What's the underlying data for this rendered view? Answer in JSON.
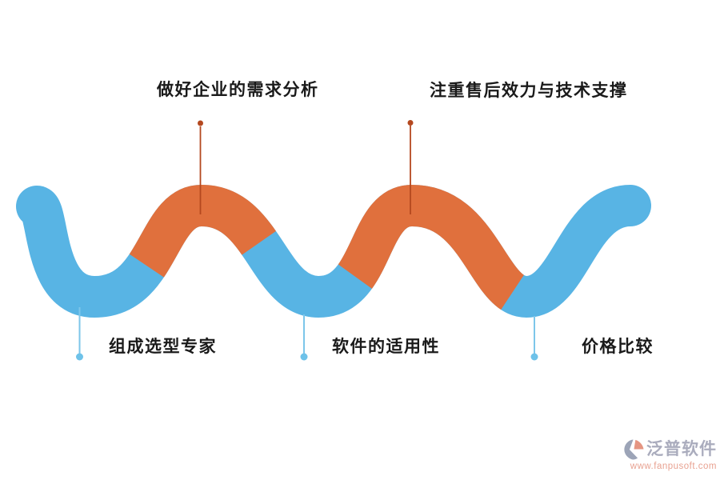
{
  "colors": {
    "background": "#ffffff",
    "wave_blue": "#58b4e4",
    "wave_orange": "#e0703d",
    "top_connector": "#b4481f",
    "bottom_connector": "#7dc6ea",
    "bottom_dot": "#6ec2e9",
    "label_text": "#1a1a1a",
    "logo_name": "#a6a8ba",
    "logo_url": "#e79c8b",
    "logo_icon_gray": "#97a0b4",
    "logo_icon_salmon": "#e4907c"
  },
  "callouts": {
    "top": [
      {
        "label": "做好企业的需求分析"
      },
      {
        "label": "注重售后效力与技术支撑"
      }
    ],
    "bottom": [
      {
        "label": "组成选型专家"
      },
      {
        "label": "软件的适用性"
      },
      {
        "label": "价格比较"
      }
    ]
  },
  "logo": {
    "name": "泛普软件",
    "url": "www.fanpusoft.com"
  }
}
